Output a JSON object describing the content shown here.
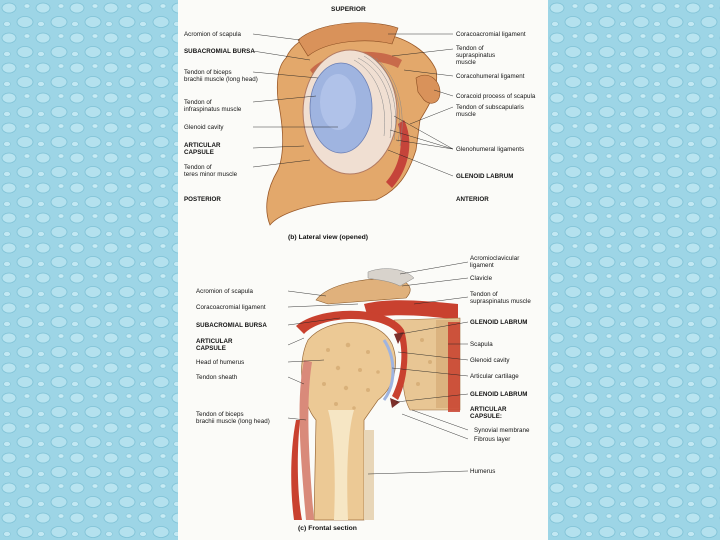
{
  "background": {
    "color": "#9fd6e6",
    "pattern": "water-droplets"
  },
  "figure_b": {
    "superior": "SUPERIOR",
    "posterior": "POSTERIOR",
    "anterior": "ANTERIOR",
    "caption": "(b) Lateral view (opened)",
    "left_labels": [
      "Acromion of scapula",
      "SUBACROMIAL BURSA",
      "Tendon of biceps\nbrachii muscle (long head)",
      "Tendon of\ninfraspinatus muscle",
      "Glenoid cavity",
      "ARTICULAR\nCAPSULE",
      "Tendon of\nteres minor muscle"
    ],
    "right_labels": [
      "Coracoacromial ligament",
      "Tendon of\nsupraspinatus\nmuscle",
      "Coracohumeral ligament",
      "Coracoid process of scapula",
      "Tendon of subscapularis\nmuscle",
      "Glenohumeral ligaments",
      "GLENOID LABRUM"
    ]
  },
  "figure_c": {
    "caption": "(c) Frontal section",
    "left_labels": [
      "Acromion of scapula",
      "Coracoacromial ligament",
      "SUBACROMIAL BURSA",
      "ARTICULAR\nCAPSULE",
      "Head of humerus",
      "Tendon sheath",
      "Tendon of biceps\nbrachii muscle (long head)"
    ],
    "right_labels": [
      "Acromioclavicular\nligament",
      "Clavicle",
      "Tendon of\nsupraspinatus muscle",
      "GLENOID LABRUM",
      "Scapula",
      "Glenoid cavity",
      "Articular cartilage",
      "GLENOID LABRUM",
      "ARTICULAR\nCAPSULE:",
      "Synovial membrane",
      "Fibrous layer",
      "Humerus"
    ]
  }
}
